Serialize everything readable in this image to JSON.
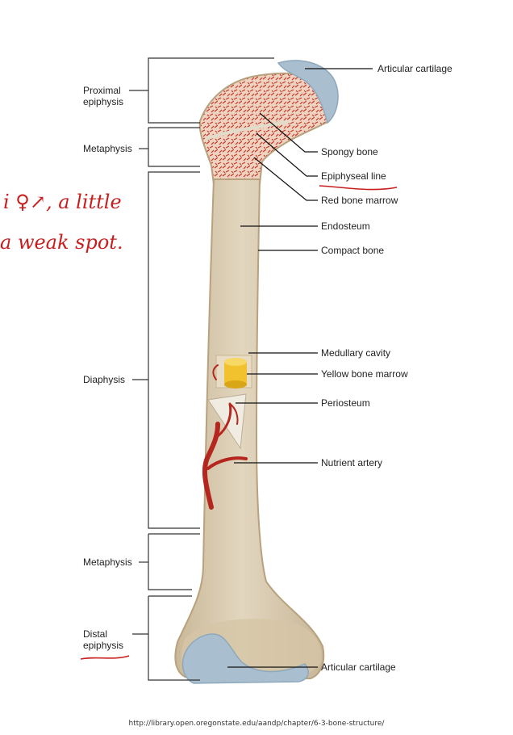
{
  "left_labels": {
    "proximal_epiphysis": [
      "Proximal",
      "epiphysis"
    ],
    "metaphysis_top": "Metaphysis",
    "diaphysis": "Diaphysis",
    "metaphysis_bottom": "Metaphysis",
    "distal_epiphysis": [
      "Distal",
      "epiphysis"
    ]
  },
  "right_labels": {
    "articular_cartilage_top": "Articular cartilage",
    "spongy_bone": "Spongy bone",
    "epiphyseal_line": "Epiphyseal line",
    "red_bone_marrow": "Red bone marrow",
    "endosteum": "Endosteum",
    "compact_bone": "Compact bone",
    "medullary_cavity": "Medullary cavity",
    "yellow_bone_marrow": "Yellow bone marrow",
    "periosteum": "Periosteum",
    "nutrient_artery": "Nutrient artery",
    "articular_cartilage_bottom": "Articular cartilage"
  },
  "handwritten_note": [
    "i  ♀↗, a little",
    "a weak spot."
  ],
  "source_url": "http://library.open.oregonstate.edu/aandp/chapter/6-3-bone-structure/",
  "colors": {
    "bone": "#d9cbb0",
    "bone_shade": "#c4b394",
    "cartilage": "#a9bfd0",
    "spongy": "#e9c9b4",
    "marrow_red": "#c0392b",
    "artery": "#b5261e",
    "yellow_marrow": "#f2c12e",
    "ink_red": "#c81e1e"
  }
}
